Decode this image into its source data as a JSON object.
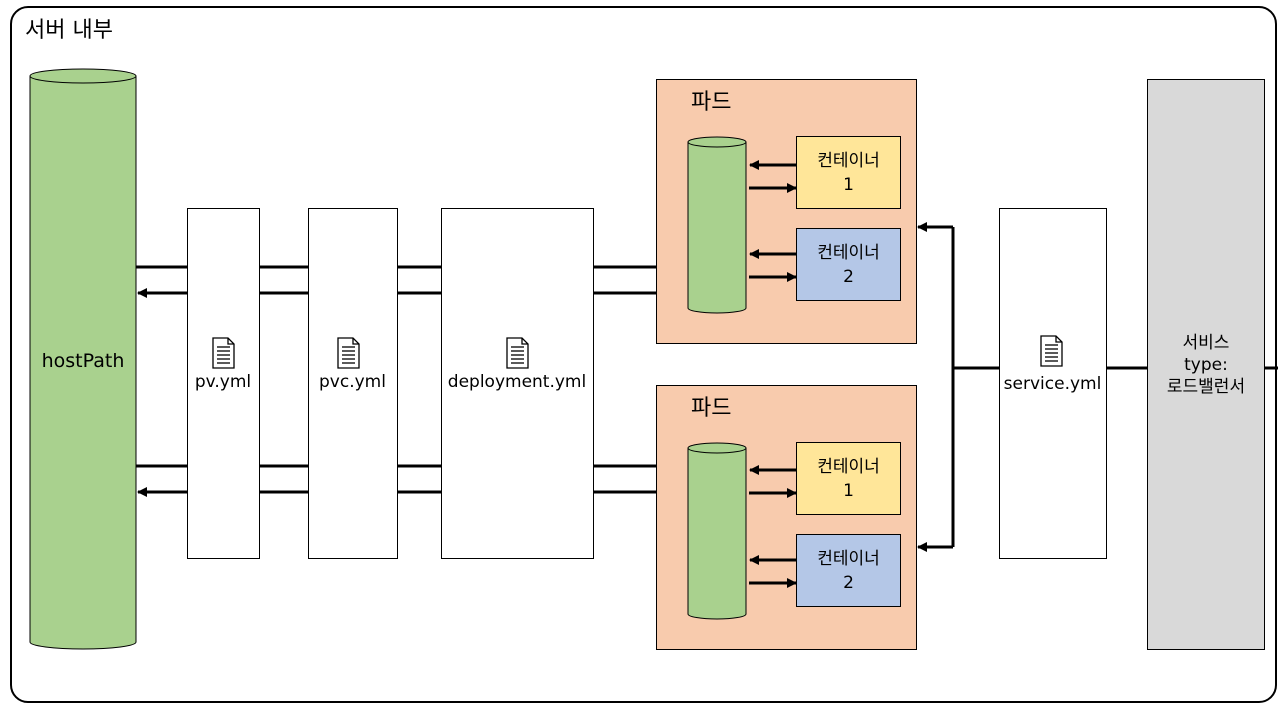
{
  "diagram": {
    "title": "서버 내부",
    "host_path": "hostPath",
    "pv_file": "pv.yml",
    "pvc_file": "pvc.yml",
    "deployment_file": "deployment.yml",
    "service_file": "service.yml",
    "pods": [
      {
        "label": "파드",
        "containers": [
          {
            "name": "컨테이너",
            "index": "1"
          },
          {
            "name": "컨테이너",
            "index": "2"
          }
        ]
      },
      {
        "label": "파드",
        "containers": [
          {
            "name": "컨테이너",
            "index": "1"
          },
          {
            "name": "컨테이너",
            "index": "2"
          }
        ]
      }
    ],
    "service": {
      "name": "서비스",
      "type_label": "type:",
      "type_value": "로드밸런서"
    }
  },
  "colors": {
    "cylinder": "#a9d18e",
    "pod": "#f8cbad",
    "container_1": "#ffe699",
    "container_2": "#b4c7e7",
    "service": "#d9d9d9"
  },
  "icons": [
    "document-icon"
  ]
}
